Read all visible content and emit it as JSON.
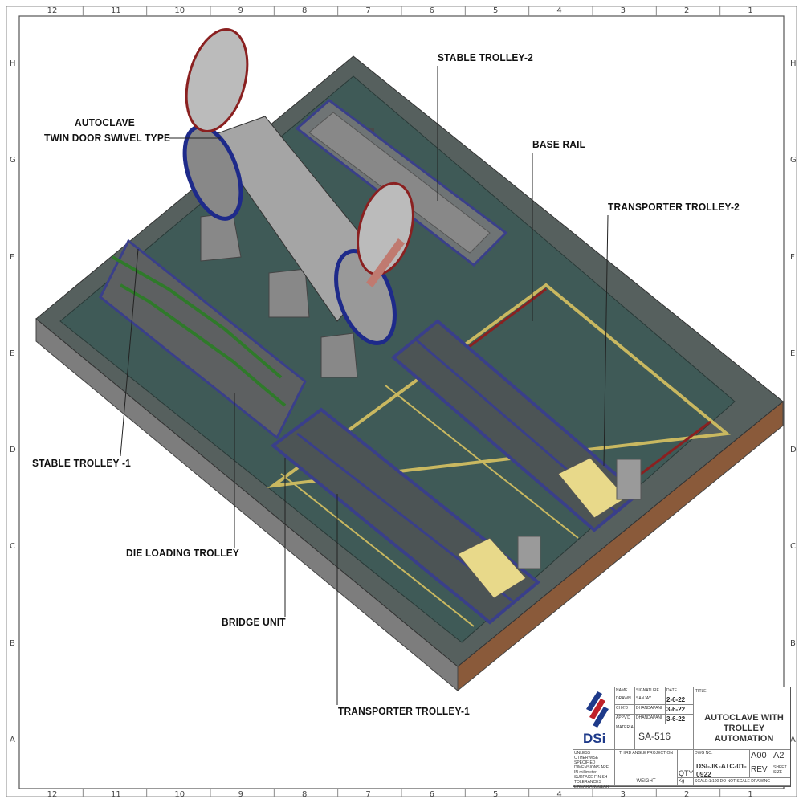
{
  "zones": {
    "columns": [
      "12",
      "11",
      "10",
      "9",
      "8",
      "7",
      "6",
      "5",
      "4",
      "3",
      "2",
      "1"
    ],
    "rows": [
      "H",
      "G",
      "F",
      "E",
      "D",
      "C",
      "B",
      "A"
    ]
  },
  "callouts": {
    "stable_trolley_2": "STABLE TROLLEY-2",
    "autoclave_line1": "AUTOCLAVE",
    "autoclave_line2": "TWIN DOOR SWIVEL TYPE",
    "base_rail": "BASE RAIL",
    "transporter_trolley_2": "TRANSPORTER TROLLEY-2",
    "stable_trolley_1": "STABLE TROLLEY -1",
    "die_loading_trolley": "DIE LOADING TROLLEY",
    "bridge_unit": "BRIDGE UNIT",
    "transporter_trolley_1": "TRANSPORTER TROLLEY-1"
  },
  "title_block": {
    "logo_text": "DSi",
    "headers": {
      "name": "NAME",
      "signature": "SIGNATURE",
      "date": "DATE"
    },
    "rows": [
      {
        "role": "DRAWN",
        "signature": "SANJAY",
        "date": "2-6-22"
      },
      {
        "role": "CHK'D",
        "signature": "DHANDAPANI",
        "date": "3-6-22"
      },
      {
        "role": "APPV'D",
        "signature": "DHANDAPANI",
        "date": "3-6-22"
      }
    ],
    "material_label": "MATERIAL",
    "material": "SA-516",
    "title_label": "TITLE:",
    "title": "AUTOCLAVE WITH TROLLEY AUTOMATION",
    "projection": "THIRD ANGLE PROJECTION",
    "notes": "UNLESS OTHERWISE SPECIFIED DIMENSIONS ARE IN millimeter SURFACE FINISH TOLERANCES LINEAR ANGULAR",
    "qty_label": "QTY",
    "weight_label": "WEIGHT",
    "weight_unit": "Kg",
    "dwg_no_label": "DWG NO.",
    "dwg_no": "DSI-JK-ATC-01-0922",
    "revision": "A00",
    "rev_label": "REV",
    "sheet_size": "A2",
    "sheet_size_label": "SHEET SIZE",
    "scale_note": "SCALE:1:100   DO NOT SCALE DRAWING"
  },
  "colors": {
    "floor": "#3f5a57",
    "rail_blue": "#3a3f8a",
    "frame_green": "#2f7a2a",
    "yellow_line": "#c9b860",
    "autoclave": "#9a9a9a",
    "base_side": "#8a5a3a"
  }
}
